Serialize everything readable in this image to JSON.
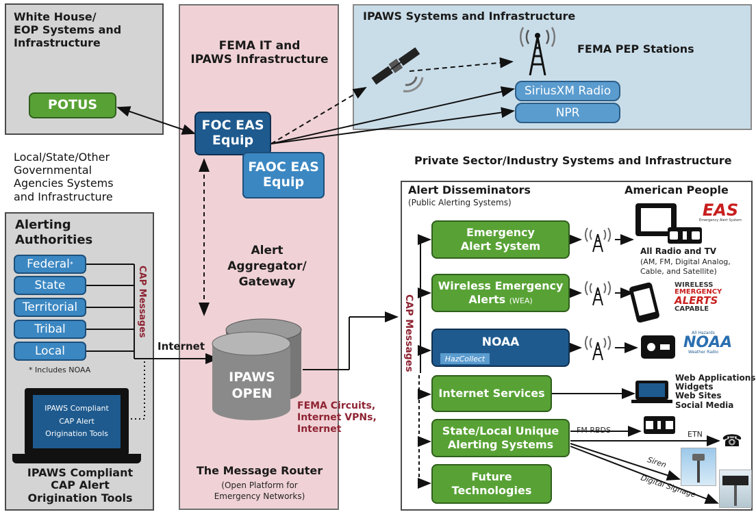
{
  "white_house": {
    "title_l1": "White House/",
    "title_l2": "EOP Systems and",
    "title_l3": "Infrastructure",
    "potus": "POTUS"
  },
  "fema": {
    "title_l1": "FEMA IT and",
    "title_l2": "IPAWS Infrastructure",
    "foc_l1": "FOC EAS",
    "foc_l2": "Equip",
    "faoc_l1": "FAOC EAS",
    "faoc_l2": "Equip",
    "agg_l1": "Alert",
    "agg_l2": "Aggregator/",
    "agg_l3": "Gateway",
    "open_l1": "IPAWS",
    "open_l2": "OPEN",
    "router_title": "The Message Router",
    "router_sub_l1": "(Open Platform for",
    "router_sub_l2": "Emergency Networks)"
  },
  "ipaws_sys": {
    "title": "IPAWS Systems and Infrastructure",
    "pep": "FEMA PEP Stations",
    "sirius": "SiriusXM Radio",
    "npr": "NPR"
  },
  "local_gov": {
    "l1": "Local/State/Other",
    "l2": "Governmental",
    "l3": "Agencies Systems",
    "l4": "and Infrastructure"
  },
  "alerting": {
    "title_l1": "Alerting",
    "title_l2": "Authorities",
    "items": [
      "Federal",
      "State",
      "Territorial",
      "Tribal",
      "Local"
    ],
    "federal_mark": "*",
    "note": "* Includes NOAA",
    "cap_messages": "CAP Messages",
    "tool_screen_l1": "IPAWS Compliant",
    "tool_screen_l2": "CAP Alert",
    "tool_screen_l3": "Origination Tools",
    "tools_l1": "IPAWS Compliant",
    "tools_l2": "CAP Alert",
    "tools_l3": "Origination Tools"
  },
  "links": {
    "internet": "Internet",
    "circuits_l1": "FEMA Circuits,",
    "circuits_l2": "Internet VPNs,",
    "circuits_l3": "Internet",
    "cap_messages": "CAP Messages"
  },
  "private": {
    "title": "Private Sector/Industry Systems and Infrastructure",
    "dissem_title": "Alert Disseminators",
    "dissem_sub": "(Public Alerting Systems)",
    "people_title": "American People"
  },
  "disseminators": {
    "eas_l1": "Emergency",
    "eas_l2": "Alert System",
    "wea_l1": "Wireless Emergency",
    "wea_l2": "Alerts",
    "wea_abbr": "(WEA)",
    "noaa": "NOAA",
    "hazcollect": "HazCollect",
    "internet": "Internet Services",
    "state_l1": "State/Local Unique",
    "state_l2": "Alerting Systems",
    "future_l1": "Future",
    "future_l2": "Technologies"
  },
  "people": {
    "eas_logo": "EAS",
    "eas_logo_sub": "Emergency Alert System",
    "radio_tv_title": "All Radio and TV",
    "radio_tv_l1": "(AM, FM, Digital Analog,",
    "radio_tv_l2": "Cable, and Satellite)",
    "wea_logo_l1": "WIRELESS",
    "wea_logo_l2": "EMERGENCY",
    "wea_logo_l3": "ALERTS",
    "wea_logo_l4": "CAPABLE",
    "noaa_logo": "NOAA",
    "noaa_logo_top": "All Hazards",
    "noaa_logo_bottom": "Weather Radio",
    "web_l1": "Web Applications",
    "web_l2": "Widgets",
    "web_l3": "Web Sites",
    "web_l4": "Social Media",
    "fm_rbds": "FM RBDS",
    "etn": "ETN",
    "siren": "Siren",
    "signage": "Digital Signage"
  },
  "colors": {
    "green": "#58a235",
    "blue": "#3b87c2",
    "navy": "#1e5a8e",
    "maroon": "#8e2433",
    "pink": "#f0d2d6",
    "gray": "#d4d4d4",
    "light_blue": "#c9dde9"
  }
}
